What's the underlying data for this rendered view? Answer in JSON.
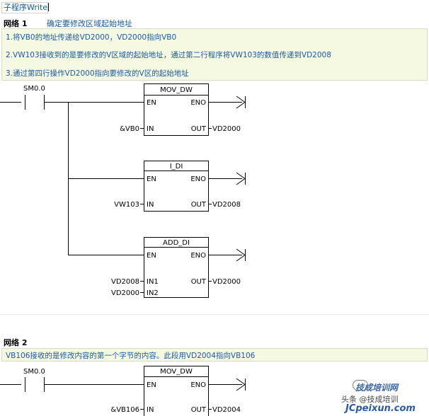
{
  "title_tab": "子程序Write",
  "network1": {
    "label": "网络 1",
    "description": "确定要修改区域起始地址",
    "comments": [
      "1.将VB0的地址传递给VD2000，VD2000指向VB0",
      "2.VW103接收到的是要修改的V区域的起始地址，通过第二行程序将VW103的数值传递到VD2008",
      "3.通过第四行操作VD2000指向要修改的V区的起始地址"
    ],
    "contact": "SM0.0",
    "blocks": [
      {
        "name": "MOV_DW",
        "en": "EN",
        "eno": "ENO",
        "inputs": [
          {
            "pin": "IN",
            "operand": "&VB0"
          }
        ],
        "outputs": [
          {
            "pin": "OUT",
            "operand": "VD2000"
          }
        ]
      },
      {
        "name": "I_DI",
        "en": "EN",
        "eno": "ENO",
        "inputs": [
          {
            "pin": "IN",
            "operand": "VW103"
          }
        ],
        "outputs": [
          {
            "pin": "OUT",
            "operand": "VD2008"
          }
        ]
      },
      {
        "name": "ADD_DI",
        "en": "EN",
        "eno": "ENO",
        "inputs": [
          {
            "pin": "IN1",
            "operand": "VD2008"
          },
          {
            "pin": "IN2",
            "operand": "VD2000"
          }
        ],
        "outputs": [
          {
            "pin": "OUT",
            "operand": "VD2000"
          }
        ]
      }
    ]
  },
  "network2": {
    "label": "网络 2",
    "comment": "VB106接收的是修改内容的第一个字节的内容。此段用VD2004指向VB106",
    "contact": "SM0.0",
    "block": {
      "name": "MOV_DW",
      "en": "EN",
      "eno": "ENO",
      "inputs": [
        {
          "pin": "IN",
          "operand": "&VB106"
        }
      ],
      "outputs": [
        {
          "pin": "OUT",
          "operand": "VD2004"
        }
      ]
    }
  },
  "watermark": {
    "line1": "技成培训网",
    "line2": "头条 @技成培训",
    "line3": "JCpeixun.com"
  }
}
